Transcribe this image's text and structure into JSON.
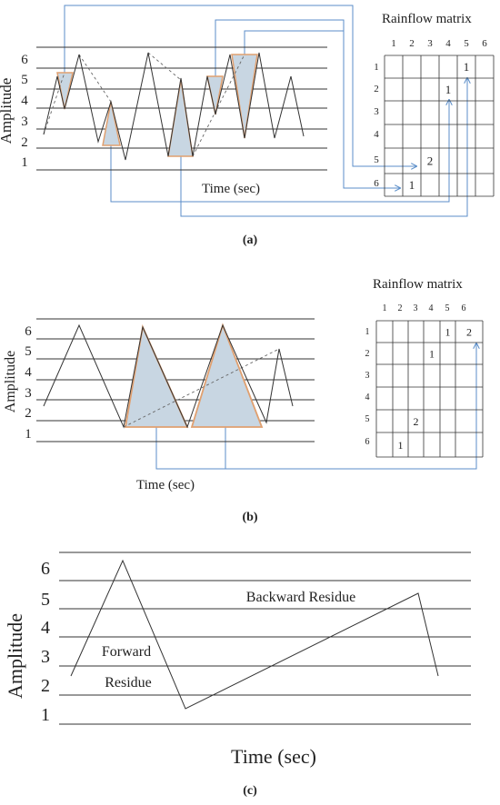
{
  "panel_a": {
    "caption": "(a)",
    "y_axis_label": "Amplitude",
    "y_ticks": [
      "1",
      "2",
      "3",
      "4",
      "5",
      "6"
    ],
    "x_axis_label": "Time (sec)",
    "matrix_title": "Rainflow matrix",
    "matrix_col_headers": [
      "1",
      "2",
      "3",
      "4",
      "5",
      "6"
    ],
    "matrix_row_headers": [
      "1",
      "2",
      "3",
      "4",
      "5",
      "6"
    ],
    "matrix_cells": [
      {
        "row": 1,
        "col": 5,
        "value": "1"
      },
      {
        "row": 2,
        "col": 4,
        "value": "1"
      },
      {
        "row": 5,
        "col": 3,
        "value": "2"
      },
      {
        "row": 6,
        "col": 2,
        "value": "1"
      }
    ]
  },
  "panel_b": {
    "caption": "(b)",
    "y_axis_label": "Amplitude",
    "y_ticks": [
      "1",
      "2",
      "3",
      "4",
      "5",
      "6"
    ],
    "x_axis_label": "Time (sec)",
    "matrix_title": "Rainflow matrix",
    "matrix_col_headers": [
      "1",
      "2",
      "3",
      "4",
      "5",
      "6"
    ],
    "matrix_row_headers": [
      "1",
      "2",
      "3",
      "4",
      "5",
      "6"
    ],
    "matrix_cells": [
      {
        "row": 1,
        "col": 5,
        "value": "1"
      },
      {
        "row": 1,
        "col": 6,
        "value": "2"
      },
      {
        "row": 2,
        "col": 4,
        "value": "1"
      },
      {
        "row": 5,
        "col": 3,
        "value": "2"
      },
      {
        "row": 6,
        "col": 2,
        "value": "1"
      }
    ]
  },
  "panel_c": {
    "caption": "(c)",
    "y_axis_label": "Amplitude",
    "y_ticks": [
      "1",
      "2",
      "3",
      "4",
      "5",
      "6"
    ],
    "x_axis_label": "Time (sec)",
    "forward_residue_line1": "Forward",
    "forward_residue_line2": "Residue",
    "backward_residue": "Backward Residue"
  },
  "colors": {
    "line": "#333333",
    "grid": "#333333",
    "triangle_fill": "#c8d6e2",
    "triangle_edge": "#e0a070",
    "arrow": "#5b8ec9"
  }
}
